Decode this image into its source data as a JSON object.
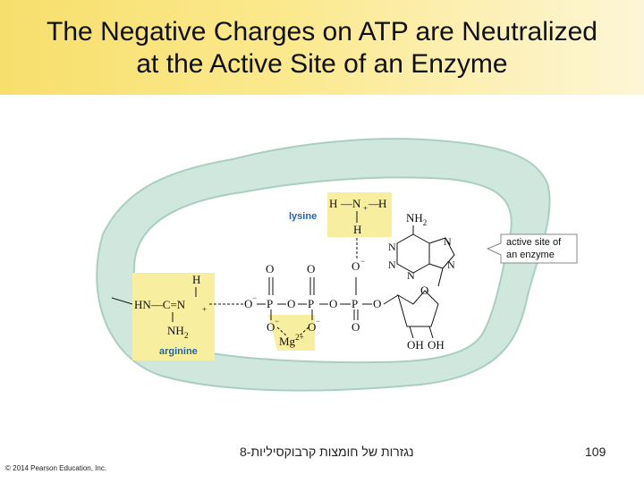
{
  "slide": {
    "title_line1": "The Negative Charges on ATP are Neutralized",
    "title_line2": "at the Active Site of an Enzyme",
    "footer_hebrew": "נגזרות של חומצות קרבוקסיליות-8",
    "page_number": "109",
    "copyright": "© 2014 Pearson Education, Inc."
  },
  "diagram": {
    "lysine_label": "lysine",
    "arginine_label": "arginine",
    "callout_line1": "active site of",
    "callout_line2": "an enzyme",
    "mg_label": "Mg",
    "mg_charge": "2+",
    "oh1": "OH",
    "oh2": "OH",
    "nh2_adenine": "NH",
    "nh2_arginine": "NH",
    "colors": {
      "highlight": "#f8eea0",
      "enzyme": "#cfe7dc",
      "enzyme_edge": "#a9cfc0",
      "label_blue": "#2266aa"
    }
  }
}
